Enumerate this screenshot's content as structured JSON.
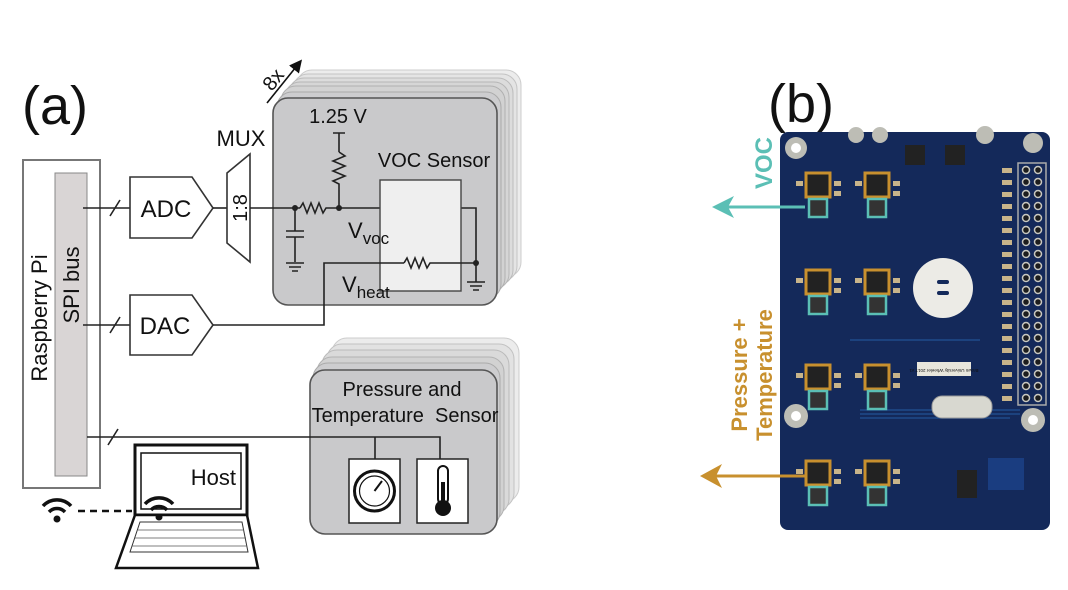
{
  "panel_a": {
    "label": "(a)",
    "raspberry_pi": "Raspberry Pi",
    "spi_bus": "SPI bus",
    "adc": "ADC",
    "dac": "DAC",
    "mux": "MUX",
    "mux_ratio": "1:8",
    "multiplicity": "8x",
    "voltage_ref": "1.25 V",
    "voc_sensor": "VOC Sensor",
    "v_voc": {
      "main": "V",
      "sub": "voc"
    },
    "v_heat": {
      "main": "V",
      "sub": "heat"
    },
    "pt_sensor_line1": "Pressure and",
    "pt_sensor_line2": "Temperature  Sensor",
    "host": "Host",
    "icons": [
      "wifi-icon",
      "laptop-icon",
      "pressure-gauge-icon",
      "thermometer-icon",
      "ground-icon",
      "capacitor-icon",
      "resistor-icon",
      "variable-resistor-icon"
    ]
  },
  "panel_b": {
    "label": "(b)",
    "voc_arrow_label": "VOC",
    "pt_arrow_label_line1": "Pressure +",
    "pt_arrow_label_line2": "Temperature",
    "pcb_text": "Brown University Wheeler 2017 v1"
  },
  "colors": {
    "voc": "#5bbfb5",
    "pressure_temperature": "#c8902e",
    "pcb": "#14295a",
    "sensor_box": "#c9c9cb"
  }
}
